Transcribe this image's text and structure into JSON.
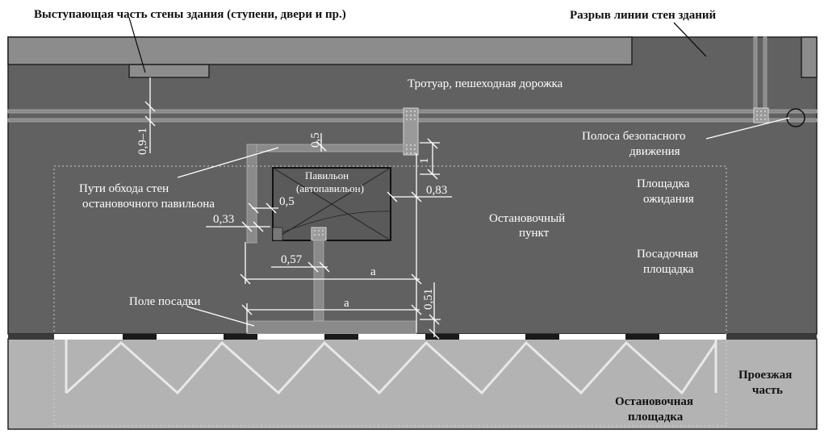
{
  "labels": {
    "projecting_wall_part": "Выступающая часть стены здания (ступени, двери и пр.)",
    "wall_line_break": "Разрыв линии стен зданий",
    "sidewalk": "Тротуар, пешеходная дорожка",
    "safe_movement_strip_1": "Полоса безопасного",
    "safe_movement_strip_2": "движения",
    "waiting_area_1": "Площадка",
    "waiting_area_2": "ожидания",
    "stop_point_1": "Остановочный",
    "stop_point_2": "пункт",
    "boarding_area_1": "Посадочная",
    "boarding_area_2": "площадка",
    "pavilion_bypass_1": "Пути обхода стен",
    "pavilion_bypass_2": "остановочного  павильона",
    "pavilion_1": "Павильон",
    "pavilion_2": "(автопавильон)",
    "boarding_field": "Поле посадки",
    "roadway_1": "Проезжая",
    "roadway_2": "часть",
    "stop_bay_1": "Остановочная",
    "stop_bay_2": "площадка"
  },
  "dimensions": {
    "d_0_9_1": "0,9–1",
    "d_0_5_top": "0,5",
    "d_1": "1",
    "d_0_83": "0,83",
    "d_0_5_left": "0,5",
    "d_0_33": "0,33",
    "d_0_57": "0,57",
    "d_a_upper": "a",
    "d_a_lower": "a",
    "d_0_51": "0,51"
  },
  "colors": {
    "sidewalk_fill": "#616161",
    "building_fill": "#8c8c8c",
    "road_fill": "#b3b3b3",
    "tactile_strip": "#9a9a9a",
    "curb_white": "#ffffff",
    "curb_black": "#1a1a1a"
  }
}
